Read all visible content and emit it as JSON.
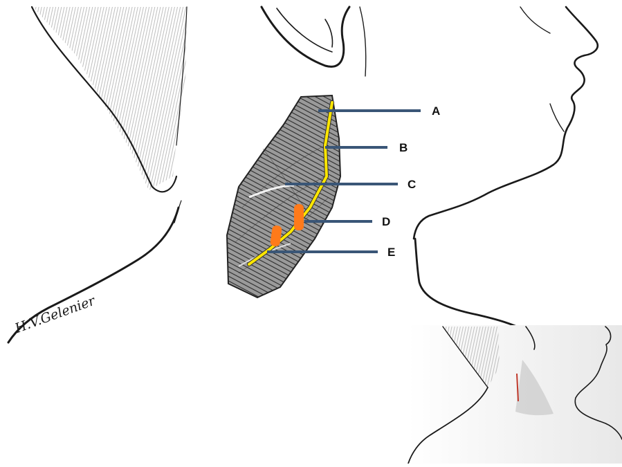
{
  "figure": {
    "labels": [
      "A",
      "B",
      "C",
      "D",
      "E"
    ],
    "signature": "H.V.Gelenier",
    "colors": {
      "nerve": "#ffe600",
      "highlight": "#ff7a1a",
      "leader": "#3a5677",
      "ink": "#1a1a1a",
      "needle": "#c0392b"
    }
  }
}
